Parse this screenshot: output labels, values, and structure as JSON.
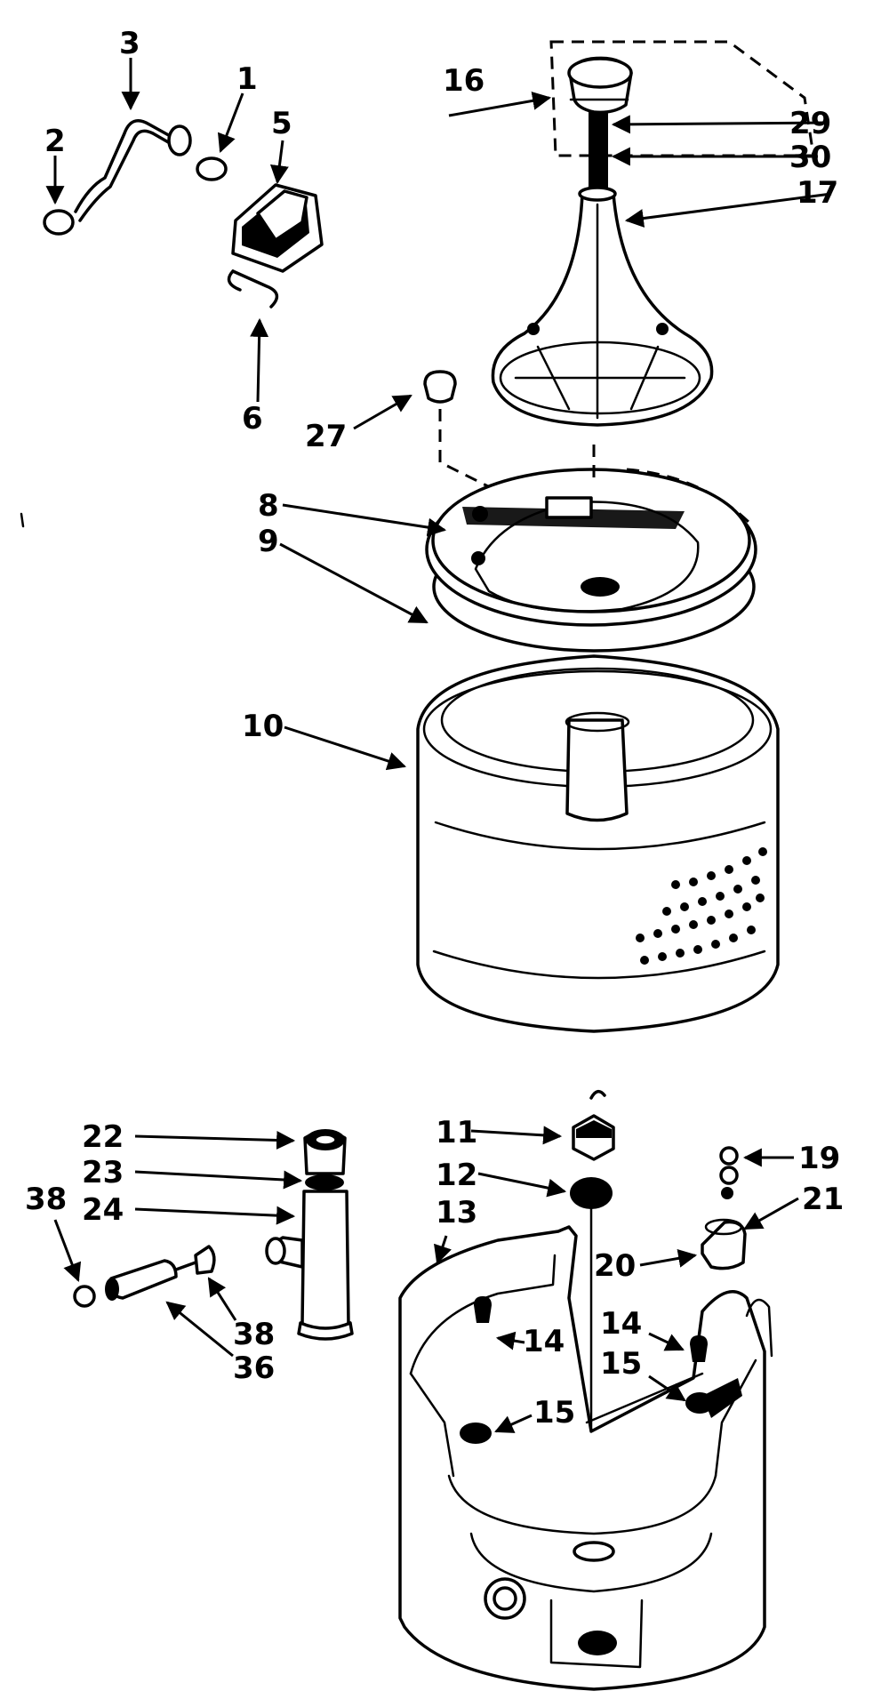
{
  "callouts": {
    "c1": "1",
    "c2": "2",
    "c3": "3",
    "c5": "5",
    "c6": "6",
    "c8": "8",
    "c9": "9",
    "c10": "10",
    "c11": "11",
    "c12": "12",
    "c13": "13",
    "c14a": "14",
    "c14b": "14",
    "c15a": "15",
    "c15b": "15",
    "c16": "16",
    "c17": "17",
    "c19": "19",
    "c20": "20",
    "c21": "21",
    "c22": "22",
    "c23": "23",
    "c24": "24",
    "c27": "27",
    "c29": "29",
    "c30": "30",
    "c36": "36",
    "c38a": "38",
    "c38b": "38"
  }
}
